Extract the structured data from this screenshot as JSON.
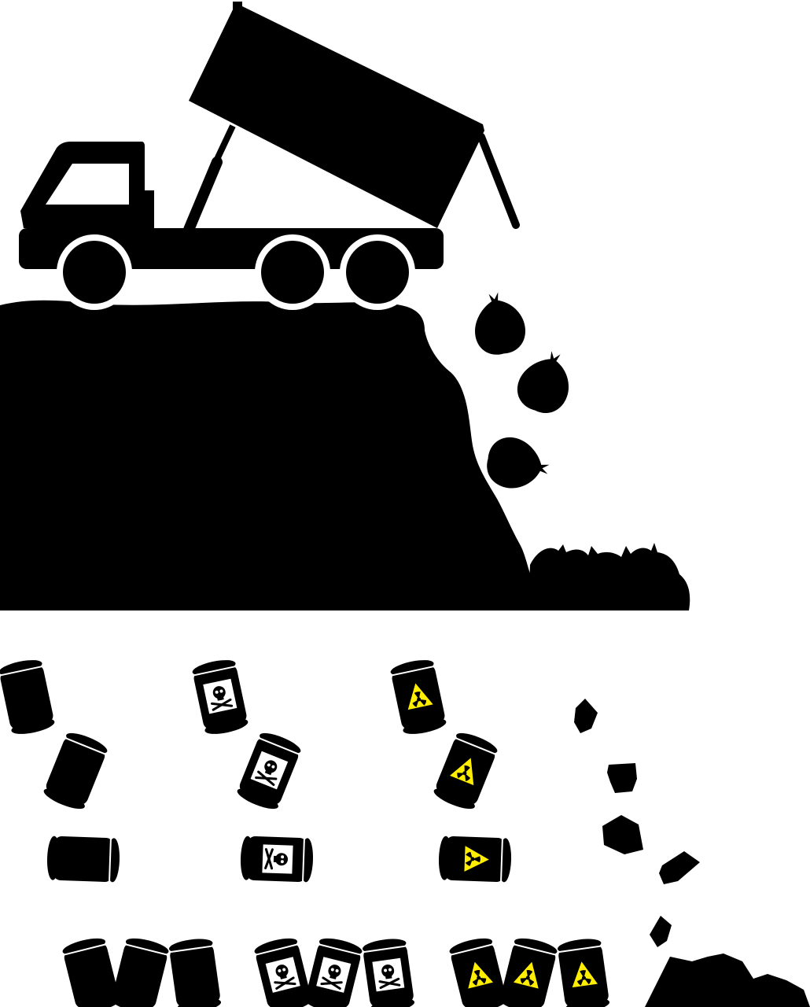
{
  "colors": {
    "silhouette": "#000000",
    "background": "#ffffff",
    "label_white": "#ffffff",
    "radiation_yellow": "#ffee00"
  },
  "icons": {
    "truck": "dump-truck-icon",
    "cliff": "landfill-cliff",
    "bag": "garbage-bag-icon",
    "barrel": "barrel-icon",
    "poison": "skull-crossbones-icon",
    "radiation": "radiation-trefoil-icon",
    "debris": "debris-chunk-icon"
  },
  "columns": [
    {
      "id": "plain-barrels",
      "label_kind": "none"
    },
    {
      "id": "toxic-barrels",
      "label_kind": "poison"
    },
    {
      "id": "radioactive-barrels",
      "label_kind": "radiation"
    },
    {
      "id": "debris",
      "label_kind": "debris"
    }
  ]
}
